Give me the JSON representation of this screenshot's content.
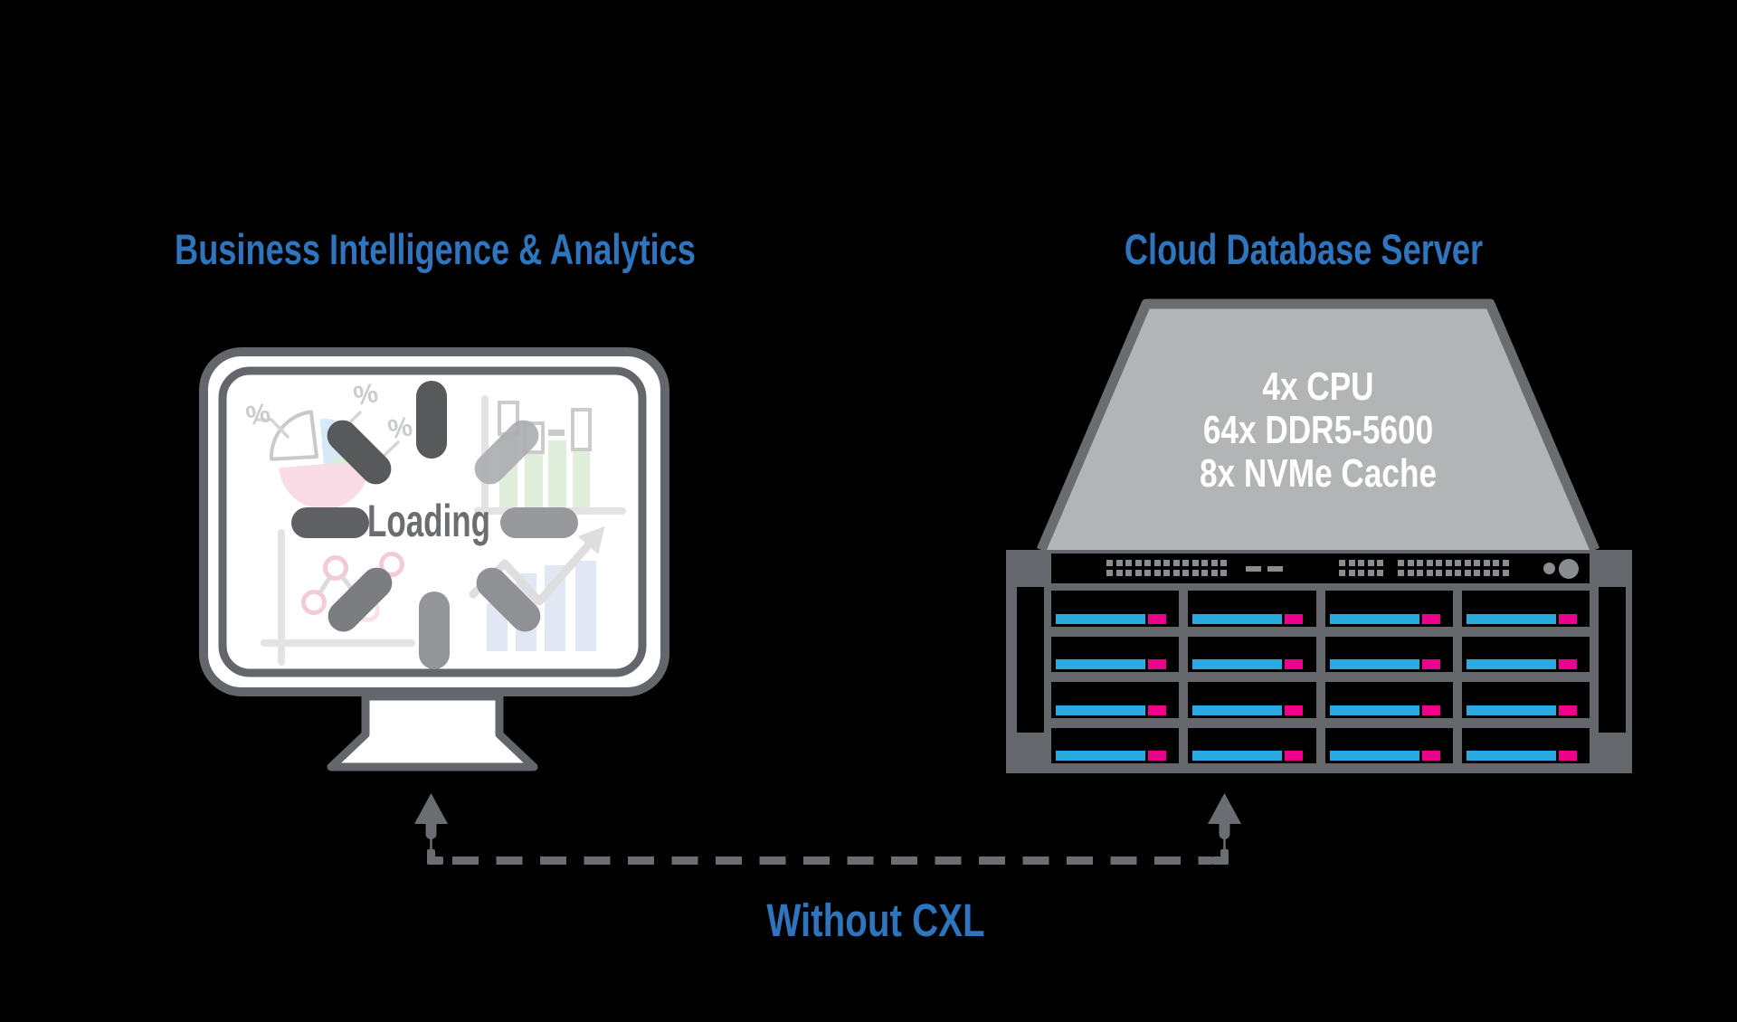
{
  "titles": {
    "left": "Business Intelligence & Analytics",
    "right": "Cloud Database Server",
    "bottom": "Without CXL"
  },
  "monitor": {
    "loading_label": "Loading",
    "percent_labels": [
      "%",
      "%",
      "%"
    ]
  },
  "server": {
    "specs": [
      "4x CPU",
      "64x DDR5-5600",
      "8x NVMe Cache"
    ],
    "rack": {
      "rows": 4,
      "cols": 4,
      "vent_groups": [
        13,
        5,
        12
      ]
    }
  },
  "colors": {
    "accent_blue": "#2E75BD",
    "cyan": "#29ABE2",
    "magenta": "#EC008C",
    "rack_gray": "#64676C",
    "chassis_gray": "#B2B4B6",
    "chassis_border": "#6A6D70",
    "monitor_border": "#63666A",
    "spinner_dark": "#58595B",
    "text_gray": "#6B6D70",
    "vent_gray": "#8A8D90",
    "link_gray": "#6A6D71",
    "background": "#000000"
  }
}
